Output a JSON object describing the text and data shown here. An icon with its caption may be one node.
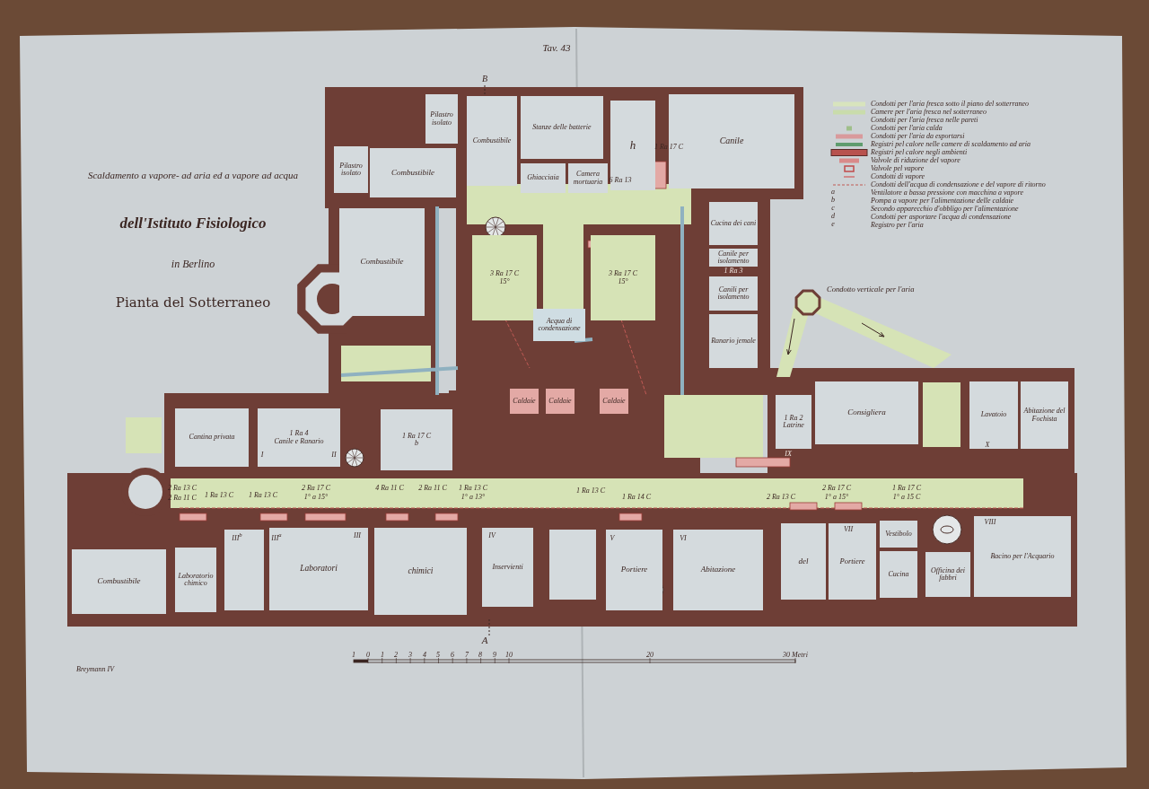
{
  "diagram": {
    "title": "dell'Istituto Fisiologico",
    "nodes": [
      {
        "text": [
          "Pilastro isolato"
        ]
      },
      {
        "text": [
          "Pilastro isolato"
        ]
      },
      {
        "text": [
          "Combustibile"
        ]
      },
      {
        "text": [
          "Combustibile"
        ]
      },
      {
        "text": [
          "Combustibile"
        ]
      },
      {
        "text": [
          "Stanze delle batterie"
        ]
      },
      {
        "text": [
          "Ghiacciaia"
        ]
      },
      {
        "text": [
          "Camera mortuaria"
        ]
      },
      {
        "text": [
          "h"
        ]
      },
      {
        "text": [
          "Canile"
        ]
      },
      {
        "text": [
          "Cucina dei cani"
        ]
      },
      {
        "text": [
          "Canile per isolamento"
        ]
      },
      {
        "text": [
          "Canili per isolamento"
        ]
      },
      {
        "text": [
          "Ranario jemale"
        ]
      },
      {
        "text": [
          "3 Ra 17 C",
          "15°"
        ]
      },
      {
        "text": [
          "3 Ra 17 C",
          "15°"
        ]
      },
      {
        "text": [
          "Acqua di condensazione"
        ]
      },
      {
        "text": [
          "Caldaie"
        ]
      },
      {
        "text": [
          "Caldaie"
        ]
      },
      {
        "text": [
          "Caldaie"
        ]
      },
      {
        "text": [
          "Cantina privata"
        ]
      },
      {
        "text": [
          "1 Ra 4",
          "Canile e Ranario"
        ]
      },
      {
        "text": [
          "1 Ra 17 C",
          "b"
        ]
      },
      {
        "text": [
          "1 Ra 2",
          "Latrine"
        ]
      },
      {
        "text": [
          "Consigliera"
        ]
      },
      {
        "text": [],
        "shape": "box"
      },
      {
        "text": [
          "Lavatoio"
        ]
      },
      {
        "text": [
          "Abitazione del Fochista"
        ]
      },
      {
        "text": [
          "Combustibile"
        ]
      },
      {
        "text": [
          "Laboratorio chimico"
        ]
      },
      {
        "text": [],
        "shape": "box"
      },
      {
        "text": [
          "Laboratori"
        ]
      },
      {
        "text": [
          "chimici"
        ]
      },
      {
        "text": [
          "Inservienti"
        ]
      },
      {
        "text": [],
        "shape": "box"
      },
      {
        "text": [
          "Portiere"
        ]
      },
      {
        "text": [
          "Abitazione"
        ]
      },
      {
        "text": [
          "del"
        ]
      },
      {
        "text": [
          "Portiere"
        ]
      },
      {
        "text": [
          "Vestibolo"
        ]
      },
      {
        "text": [
          "Cucina"
        ]
      },
      {
        "text": [
          "Officina dei fabbri"
        ]
      },
      {
        "text": [
          "Bacino per l'Acquario"
        ]
      },
      {
        "text": [],
        "shape": "octagon",
        "beside": [
          "Condotto verticale per l'aria"
        ]
      }
    ],
    "labels": [
      "Tav. 43",
      "B",
      "Scaldamento a vapore- ad aria ed a vapore ad acqua",
      "in Berlino",
      "Pianta del Sotterraneo",
      "1 Ra 17 C",
      "6 Ra 13",
      "1 Ra 3",
      "I",
      "II",
      "2 Ra 13 C",
      "2 Ra 11 C",
      "1 Ra 13 C",
      "1 Ra 13 C",
      "2 Ra 17 C",
      "1° a 15°",
      "4 Ra 11 C",
      "2 Ra 11 C",
      "1 Ra 13 C",
      "1° a 13°",
      "1 Ra 13 C",
      "1 Ra 14 C",
      "2 Ra 13 C",
      "2 Ra 17 C",
      "1° a 15°",
      "1 Ra 17 C",
      "1° a 15 C",
      "III$^{b}$",
      "III$^{a}$",
      "III",
      "IV",
      "V",
      "VI",
      "VII",
      "VIII",
      "IX",
      "X",
      "A",
      "Breymann IV",
      "1",
      "0",
      "1",
      "2",
      "3",
      "4",
      "5",
      "6",
      "7",
      "8",
      "9",
      "10",
      "20",
      "30 Metri",
      "a",
      "b",
      "c",
      "d",
      "e"
    ],
    "legend": [
      {
        "text": "Condotti per l'aria fresca sotto il piano del sotterraneo",
        "color": "#d8e4bd"
      },
      {
        "text": "Camere per l'aria fresca nel sotterraneo",
        "color": "#c9dcab"
      },
      {
        "text": "Condotti per l'aria fresca nelle pareti"
      },
      {
        "text": "Condotti per l'aria calda",
        "color": "#9fbf8a"
      },
      {
        "text": "Condotti per l'aria da esportarsi",
        "color": "#d99a9c"
      },
      {
        "text": "Registri pel calore nelle camere di scaldamento ad aria",
        "color": "#5f9c6e"
      },
      {
        "text": "Registri pel calore negli ambienti",
        "color": "#b8524e"
      },
      {
        "text": "Valvole di riduzione del vapore",
        "color": "#d98a8a"
      },
      {
        "text": "Valvole pel vapore"
      },
      {
        "text": "Condotti di vapore"
      },
      {
        "text": "Condotti dell'acqua di condensazione e del vapore di ritorno"
      },
      {
        "text": "Ventilatore a bassa pressione con macchina a vapore"
      },
      {
        "text": "Pompa a vapore per l'alimentazione delle caldaie"
      },
      {
        "text": "Secondo apparecchio d'obbligo per l'alimentazione"
      },
      {
        "text": "Condotti per asportare l'acqua di condensazione"
      },
      {
        "text": "Registro per l'aria"
      }
    ]
  }
}
